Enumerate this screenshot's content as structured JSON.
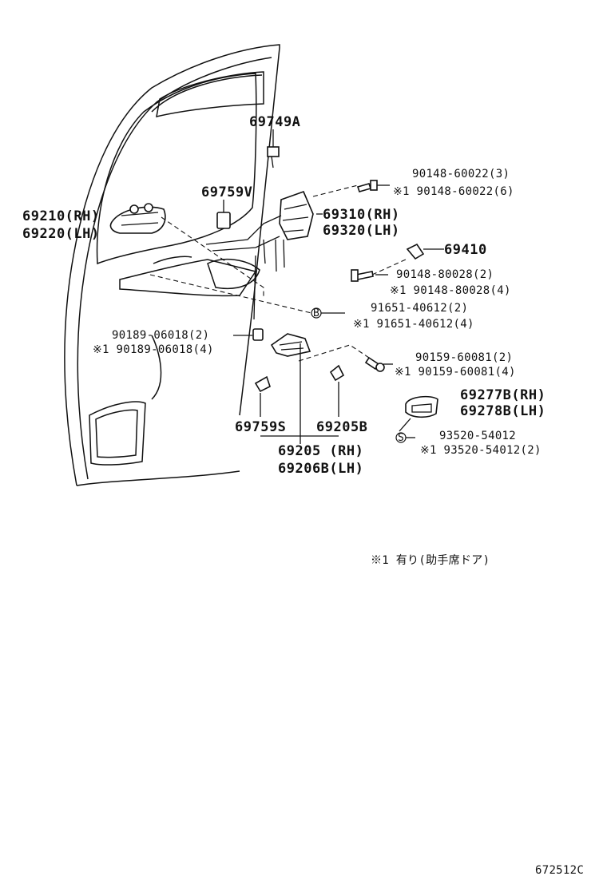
{
  "labels": {
    "p69749A": "69749A",
    "p69759V": "69759V",
    "p69210": "69210(RH)",
    "p69220": "69220(LH)",
    "p69310": "69310(RH)",
    "p69320": "69320(LH)",
    "p69410": "69410",
    "b1_a": "90148-60022(3)",
    "b1_b": "※1 90148-60022(6)",
    "b2_a": "90148-80028(2)",
    "b2_b": "※1 90148-80028(4)",
    "n1_a": "91651-40612(2)",
    "n1_b": "※1 91651-40612(4)",
    "c1_a": "90189-06018(2)",
    "c1_b": "※1 90189-06018(4)",
    "s1_a": "90159-60081(2)",
    "s1_b": "※1 90159-60081(4)",
    "p69277B": "69277B(RH)",
    "p69278B": "69278B(LH)",
    "s2_a": "93520-54012",
    "s2_b": "※1 93520-54012(2)",
    "p69759S": "69759S",
    "p69205B": "69205B",
    "p69205": "69205  (RH)",
    "p69206B": "69206B(LH)",
    "note": "※1  有り(助手席ドア)",
    "code": "672512C",
    "badge_B": "B",
    "badge_S": "S"
  }
}
